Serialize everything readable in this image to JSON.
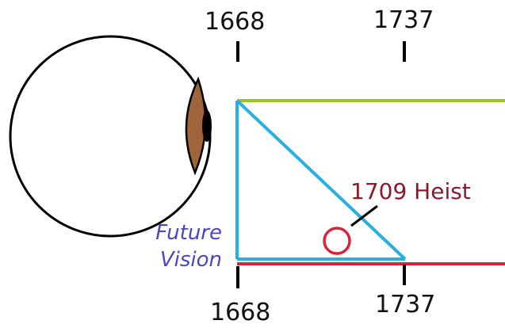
{
  "diagram": {
    "labels": {
      "top_left_year": "1668",
      "top_right_year": "1737",
      "bottom_left_year": "1668",
      "bottom_right_year": "1737",
      "event": "1709 Heist",
      "vision_line1": "Future",
      "vision_line2": "Vision"
    },
    "colors": {
      "green_timeline": "#9ac523",
      "red_timeline": "#d9233a",
      "blue_triangle": "#27aee3",
      "event_marker": "#d9233a",
      "event_text": "#8b1a2c",
      "vision_text": "#4a46c4",
      "iris": "#a0643a",
      "pupil": "#000000",
      "outline": "#000000"
    },
    "icons": {
      "viewer": "eye-icon",
      "event_marker": "circle-icon"
    }
  }
}
